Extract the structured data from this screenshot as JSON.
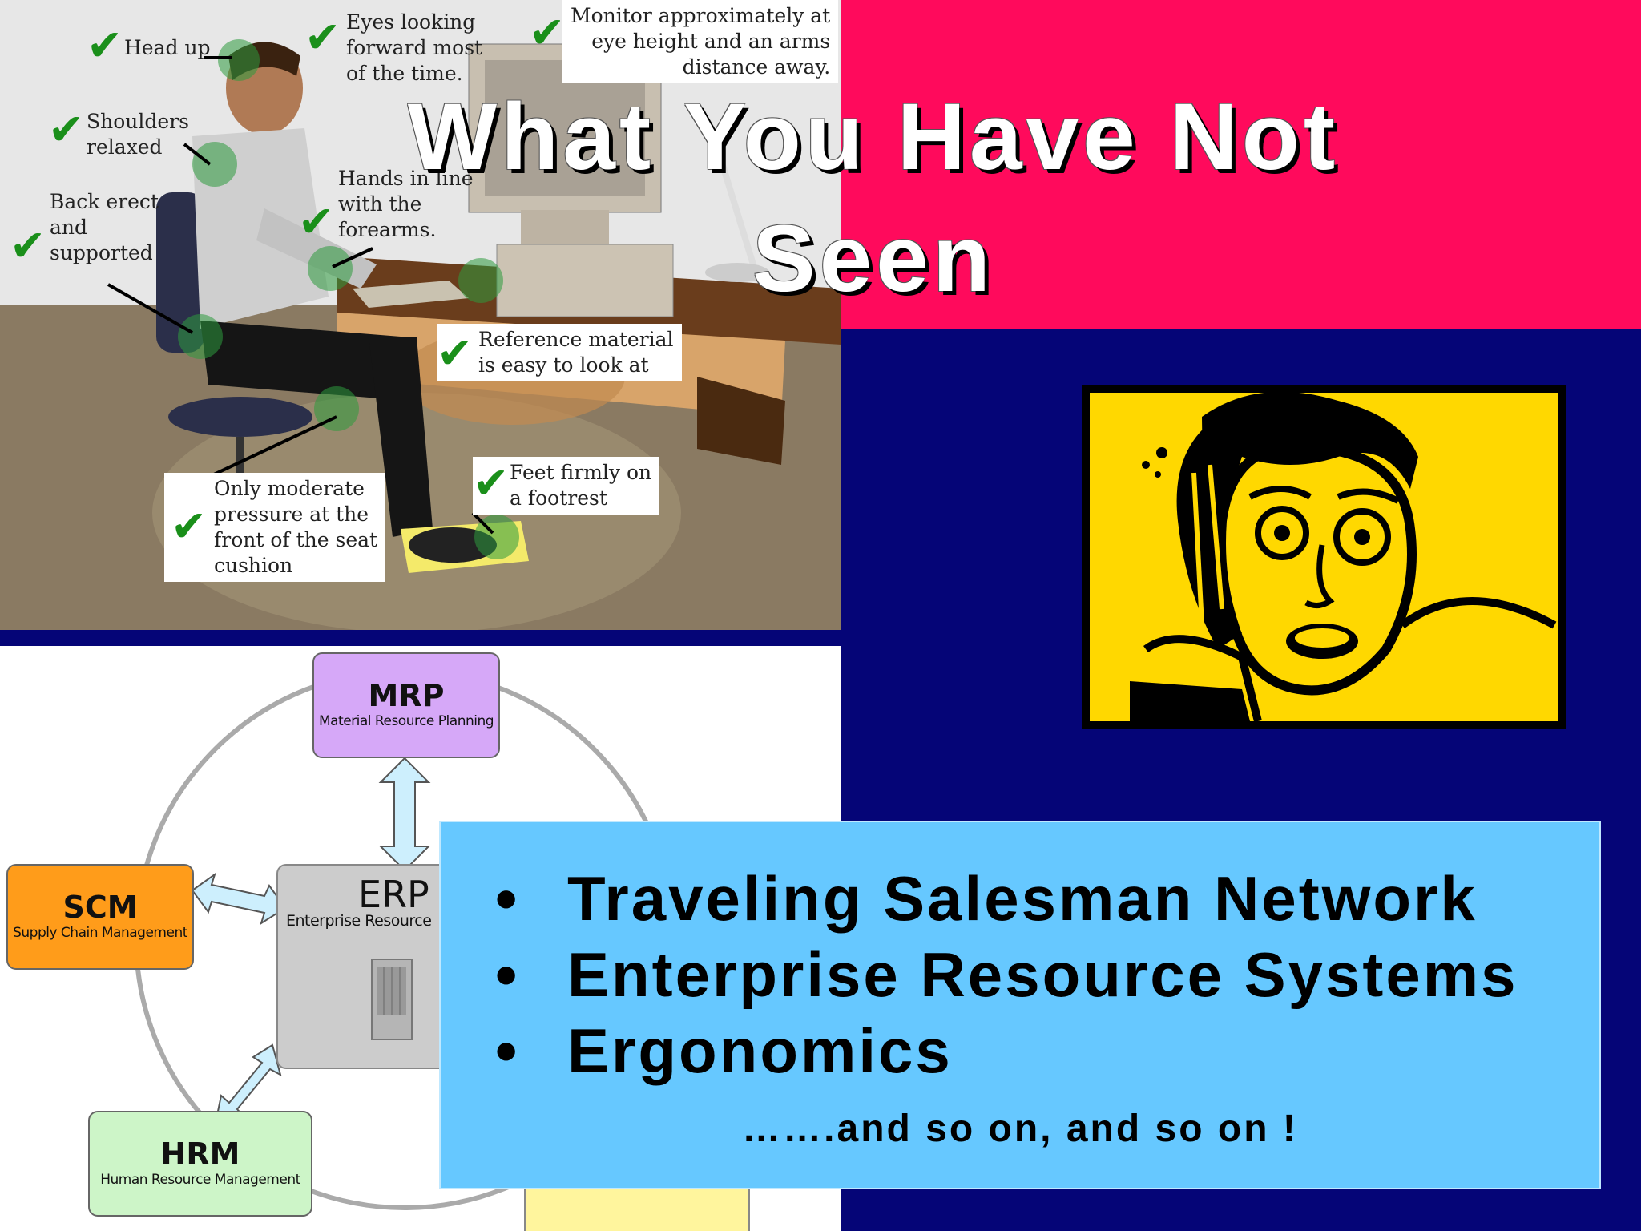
{
  "slide": {
    "title_line1": "What You Have Not",
    "title_line2": "Seen",
    "colors": {
      "background": "#050577",
      "pink_band": "#ff0a5c",
      "bullet_box": "#66c8ff"
    }
  },
  "ergonomics": {
    "callouts": {
      "head_up": "Head up",
      "eyes": [
        "Eyes looking",
        "forward most",
        "of the time."
      ],
      "monitor": [
        "Monitor approximately at",
        "eye height and an arms",
        "distance away."
      ],
      "shoulders": [
        "Shoulders",
        "relaxed"
      ],
      "back": [
        "Back erect",
        "and",
        "supported"
      ],
      "hands": [
        "Hands in line",
        "with the",
        "forearms."
      ],
      "reference": [
        "Reference material",
        "is easy to look at"
      ],
      "pressure": [
        "Only moderate",
        "pressure at the",
        "front of the seat",
        "cushion"
      ],
      "feet": [
        "Feet firmly on",
        "a footrest"
      ]
    },
    "check_icon": "check-mark-icon"
  },
  "erp_diagram": {
    "center": {
      "abbr": "ERP",
      "full": "Enterprise Resource"
    },
    "nodes": {
      "mrp": {
        "abbr": "MRP",
        "full": "Material Resource Planning",
        "color": "#d6a8f8"
      },
      "scm": {
        "abbr": "SCM",
        "full": "Supply Chain Management",
        "color": "#ff9c1a"
      },
      "hrm": {
        "abbr": "HRM",
        "full": "Human Resource Management",
        "color": "#cdf5c8"
      }
    },
    "server_icon": "server-icon"
  },
  "bullets": {
    "items": [
      "Traveling Salesman Network",
      "Enterprise Resource Systems",
      "Ergonomics"
    ],
    "bullet_char": "•",
    "footer": "…….and so on, and so on !"
  },
  "clipart": {
    "icon": "shocked-man-icon",
    "background": "#ffd800"
  }
}
